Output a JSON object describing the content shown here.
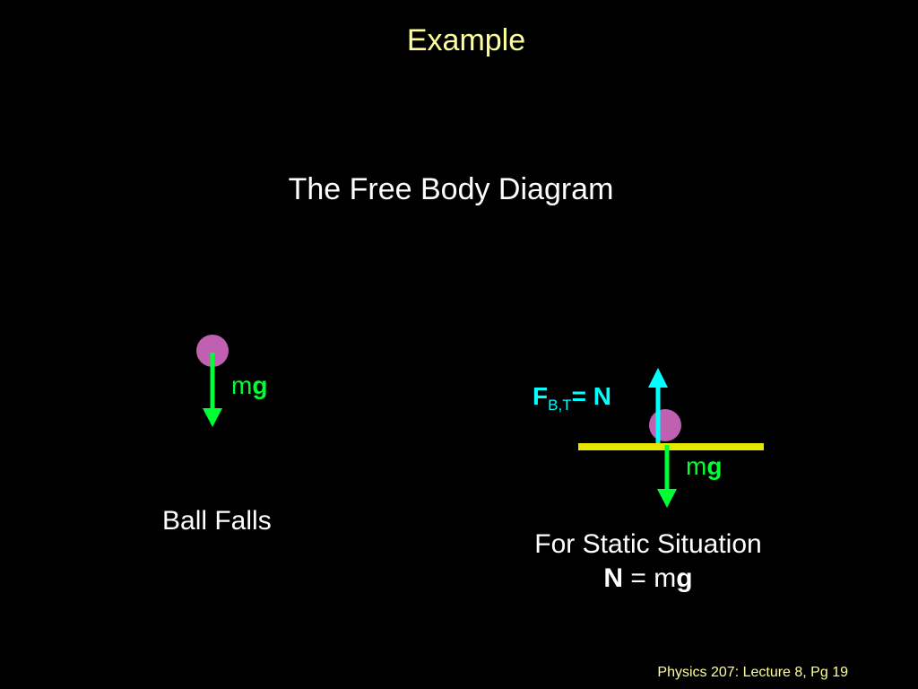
{
  "slide": {
    "title": "Example",
    "subtitle": "The Free Body Diagram",
    "footer": "Physics 207: Lecture 8, Pg 19"
  },
  "diagram_left": {
    "force_label_m": "m",
    "force_label_g": "g",
    "caption": "Ball Falls"
  },
  "diagram_right": {
    "normal_F": "F",
    "normal_sub": "B,T",
    "normal_eq": "=",
    "normal_N": "N",
    "force_label_m": "m",
    "force_label_g": "g",
    "caption_line1": "For Static Situation",
    "caption_N": "N",
    "caption_eq": " = m",
    "caption_g": "g"
  },
  "colors": {
    "background": "#000000",
    "title": "#ffff99",
    "ball": "#c060b0",
    "gravity_arrow": "#00ff33",
    "normal_arrow": "#00ffff",
    "surface": "#e6e600",
    "text": "#ffffff"
  }
}
